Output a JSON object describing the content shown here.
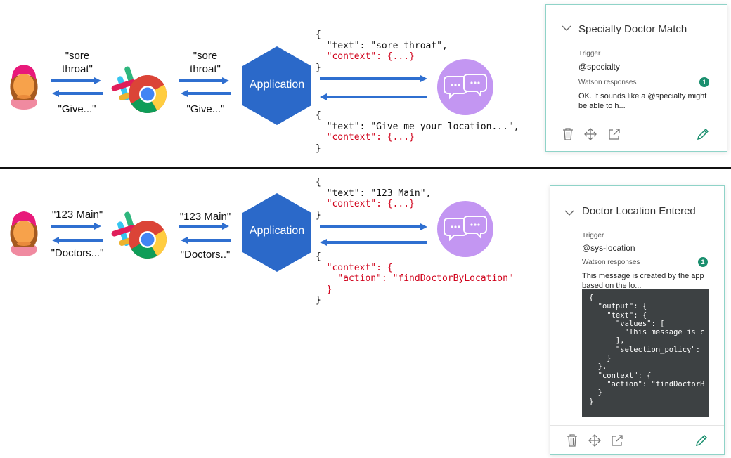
{
  "row1": {
    "user_to_browser": "\"sore\nthroat\"",
    "browser_to_user": "\"Give...\"",
    "browser_to_app": "\"sore\nthroat\"",
    "app_to_browser": "\"Give...\"",
    "app_label": "Application",
    "request_json_open": "{",
    "request_json_text": "  \"text\": \"sore throat\",",
    "request_json_context": "  \"context\": {...}",
    "request_json_close": "}",
    "response_json_open": "{",
    "response_json_text": "  \"text\": \"Give me your location...\",",
    "response_json_context": "  \"context\": {...}",
    "response_json_close": "}"
  },
  "row2": {
    "user_to_browser": "\"123 Main\"",
    "browser_to_user": "\"Doctors...\"",
    "browser_to_app": "\"123 Main\"",
    "app_to_browser": "\"Doctors..\"",
    "app_label": "Application",
    "request_json_open": "{",
    "request_json_text": "  \"text\": \"123 Main\",",
    "request_json_context": "  \"context\": {...}",
    "request_json_close": "}",
    "response_json_open": "{",
    "response_json_context_open": "  \"context\": {",
    "response_json_action": "    \"action\": \"findDoctorByLocation\"",
    "response_json_context_close": "  }",
    "response_json_close": "}"
  },
  "card1": {
    "title": "Specialty Doctor Match",
    "trigger_label": "Trigger",
    "trigger_value": "@specialty",
    "responses_label": "Watson responses",
    "responses_count": "1",
    "response_text": "OK. It sounds like a @specialty might\nbe able to h..."
  },
  "card2": {
    "title": "Doctor Location Entered",
    "trigger_label": "Trigger",
    "trigger_value": "@sys-location",
    "responses_label": "Watson responses",
    "responses_count": "1",
    "response_text": "This message is created by the app\nbased on the lo...",
    "json_code": "{\n  \"output\": {\n    \"text\": {\n      \"values\": [\n        \"This message is c\n      ],\n      \"selection_policy\":\n    }\n  },\n  \"context\": {\n    \"action\": \"findDoctorB\n  }\n}"
  },
  "colors": {
    "arrow": "#2f6fd0",
    "hexagon": "#2b69c9",
    "watson": "#c396f2",
    "json_key_red": "#d0021b",
    "card_border": "#8fd3c8",
    "edit_icon": "#1a8f6e"
  },
  "icons": [
    "user-avatar-icon",
    "slack-icon",
    "chrome-icon",
    "watson-chat-icon",
    "chevron-down-icon",
    "trash-icon",
    "move-icon",
    "export-icon",
    "pencil-icon"
  ]
}
